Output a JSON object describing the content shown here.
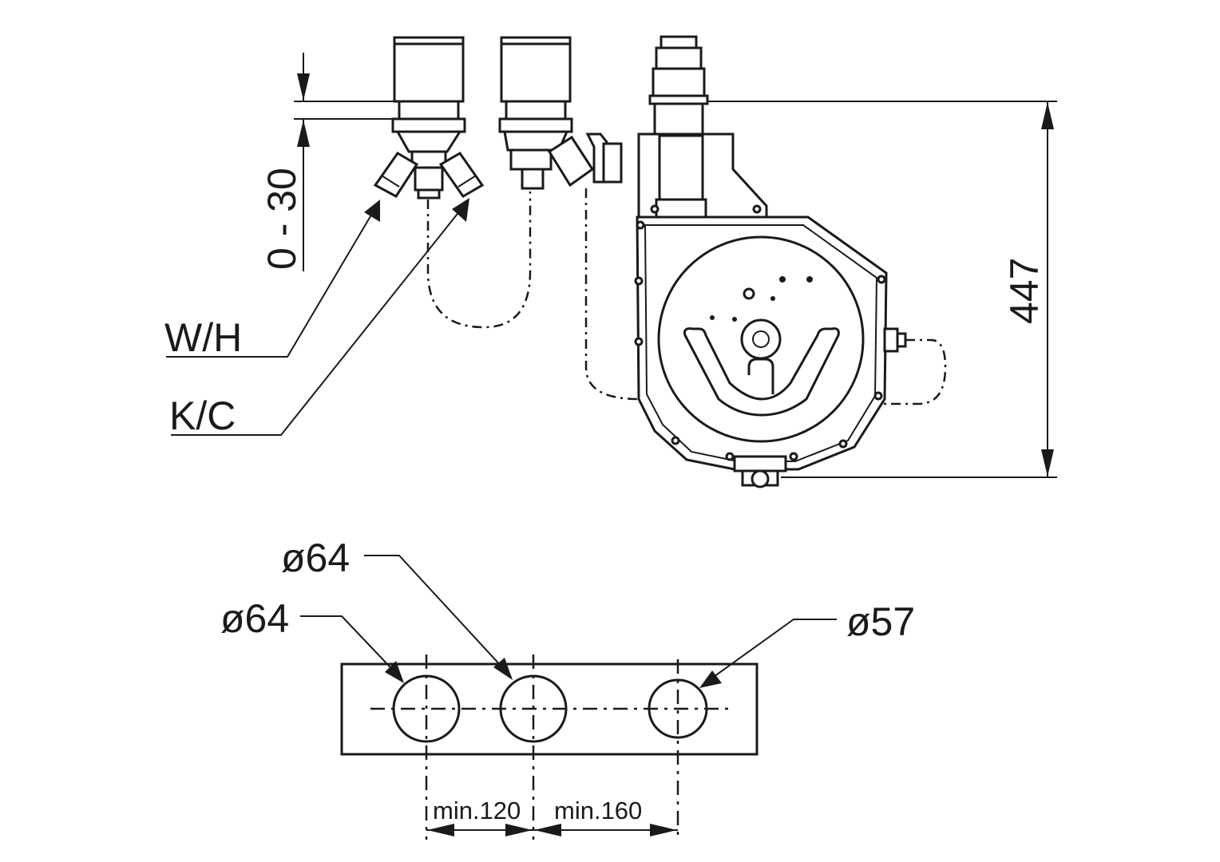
{
  "labels": {
    "range": "0 - 30",
    "hot": "W/H",
    "cold": "K/C",
    "height": "447",
    "d1": "ø64",
    "d2": "ø64",
    "d3": "ø57",
    "spacing1": "min.120",
    "spacing2": "min.160"
  }
}
